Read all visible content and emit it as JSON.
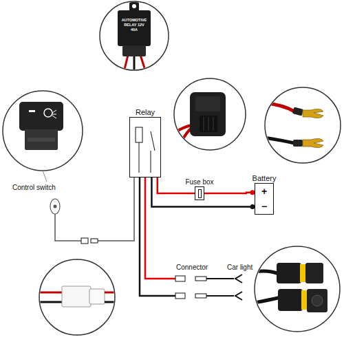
{
  "diagram": {
    "nodes": [
      {
        "text": [
          "Relay"
        ]
      },
      {
        "text": [
          "Fuse box"
        ]
      },
      {
        "text": [
          "Battery",
          "+",
          "−"
        ]
      }
    ],
    "edges": [
      {
        "from": 0,
        "to": 1,
        "arrow": "none"
      },
      {
        "from": 1,
        "to": 2,
        "arrow": "none"
      },
      {
        "from": 0,
        "to": 2,
        "arrow": "none"
      }
    ],
    "labels": [
      "AUTOMOTIVE RELAY 12V 40A",
      "Control switch",
      "Connector",
      "Car light"
    ]
  }
}
